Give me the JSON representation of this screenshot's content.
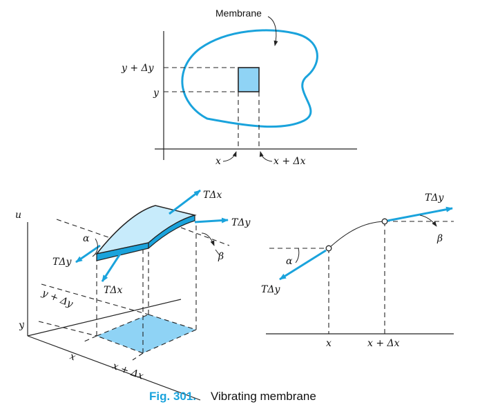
{
  "colors": {
    "membrane": "#1aa3dc",
    "fill": "#8fd3f5",
    "caption": "#1aa3dc",
    "ink": "#222222"
  },
  "top": {
    "membrane_label": "Membrane",
    "y_plus_dy": "y + Δy",
    "y": "y",
    "x": "x",
    "x_plus_dx": "x + Δx"
  },
  "bottom_left": {
    "u": "u",
    "alpha": "α",
    "beta": "β",
    "tdy_left": "TΔy",
    "tdx_bottom": "TΔx",
    "tdx_top": "TΔx",
    "tdy_right": "TΔy",
    "y_plus_dy": "y + Δy",
    "y": "y",
    "x": "x",
    "x_plus_dx": "x + Δx"
  },
  "bottom_right": {
    "tdy_top": "TΔy",
    "beta": "β",
    "alpha": "α",
    "tdy_bottom": "TΔy",
    "x": "x",
    "x_plus_dx": "x + Δx"
  },
  "caption": {
    "number": "Fig. 301.",
    "text": "Vibrating membrane"
  }
}
